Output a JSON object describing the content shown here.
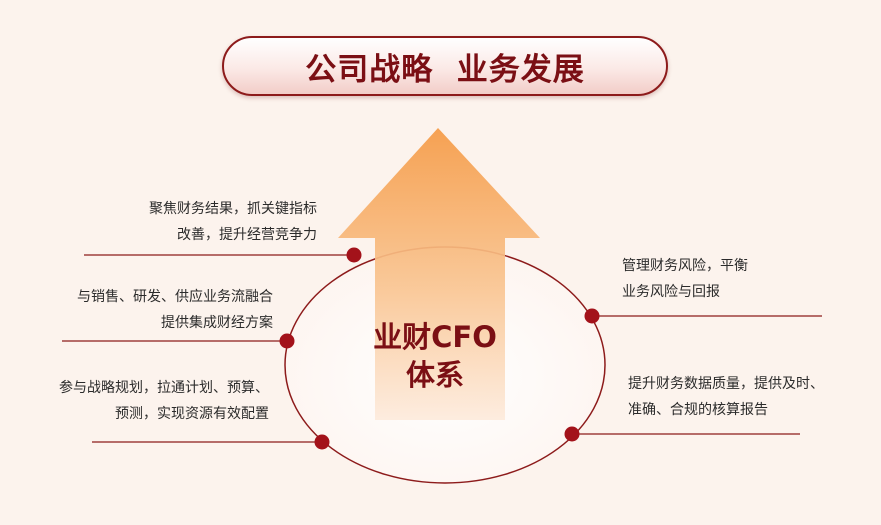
{
  "title": "公司战略  业务发展",
  "center": {
    "line1": "业财CFO",
    "line2": "体系"
  },
  "items": [
    {
      "line1": "聚焦财务结果，抓关键指标",
      "line2": "改善，提升经营竞争力"
    },
    {
      "line1": "与销售、研发、供应业务流融合",
      "line2": "提供集成财经方案"
    },
    {
      "line1": "参与战略规划，拉通计划、预算、",
      "line2": "预测，实现资源有效配置"
    },
    {
      "line1": "管理财务风险，平衡",
      "line2": "业务风险与回报"
    },
    {
      "line1": "提升财务数据质量，提供及时、",
      "line2": "准确、合规的核算报告"
    }
  ],
  "colors": {
    "accent": "#8d1b1b",
    "dot": "#a3121a",
    "arrow_top": "#f6a24e",
    "arrow_bottom": "#fde6cf",
    "background": "#fcf3ed"
  }
}
